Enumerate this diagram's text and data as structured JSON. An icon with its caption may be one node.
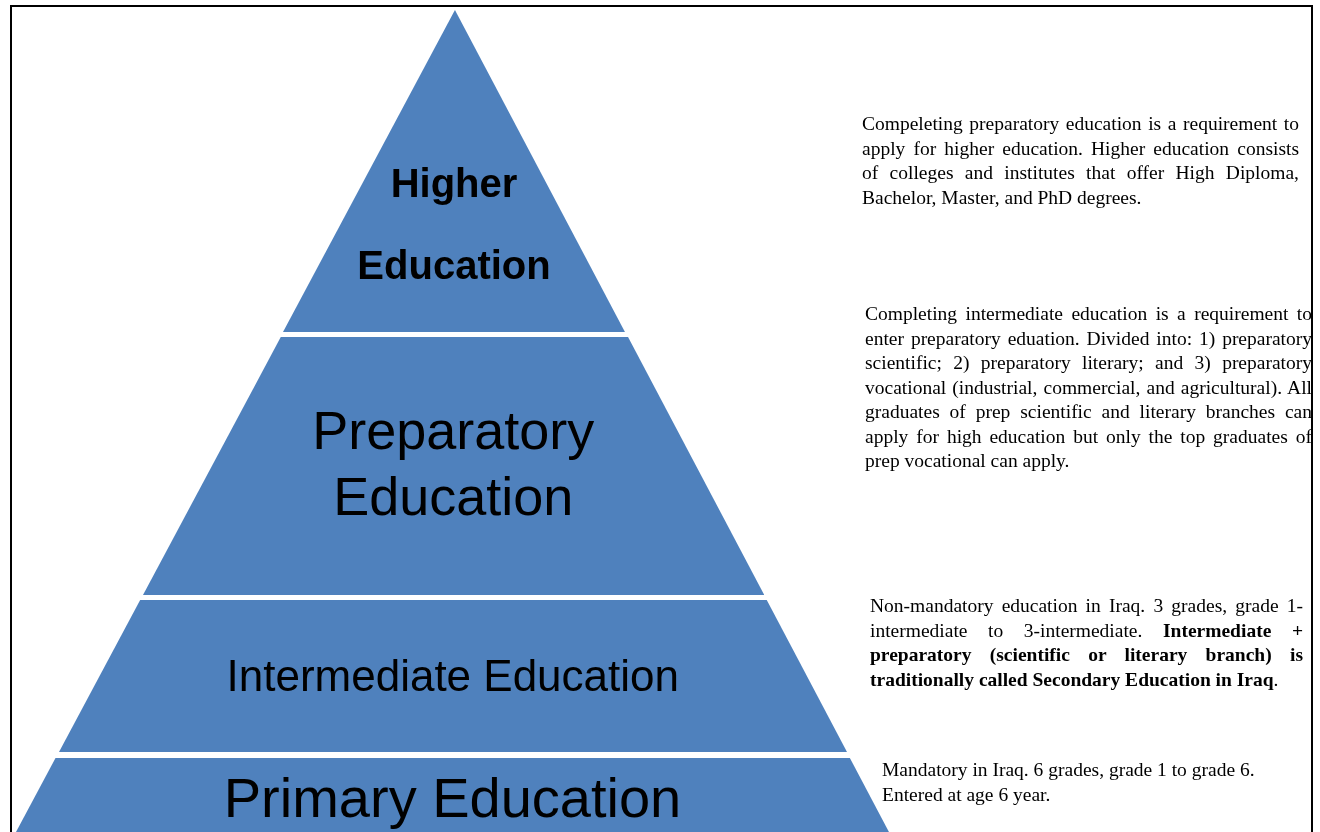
{
  "diagram": {
    "nodes": [
      {
        "text": [
          "Higher Education"
        ]
      },
      {
        "text": [
          "Preparatory Education"
        ]
      },
      {
        "text": [
          "Intermediate Education"
        ]
      },
      {
        "text": [
          "Primary Education"
        ]
      }
    ],
    "edges": [],
    "labels": [
      "Compeleting preparatory education is a requirement to apply for higher education. Higher education consists of colleges and institutes that offer High Diploma, Bachelor, Master, and PhD degrees.",
      "Completing intermediate education is a requirement to enter preparatory eduation. Divided into: 1) preparatory scientific; 2) preparatory literary; and 3) preparatory vocational (industrial, commercial, and agricultural). All graduates of prep scientific and literary branches can apply for high education but only the top graduates of prep vocational can apply.",
      "Non-mandatory education in Iraq. 3 grades, grade 1-intermediate to 3-intermediate. **Intermediate + preparatory (scientific or literary branch) is traditionally called Secondary Education in Iraq**.",
      "Mandatory in Iraq. 6 grades,  grade 1 to grade 6. Entered at age 6 year."
    ]
  }
}
